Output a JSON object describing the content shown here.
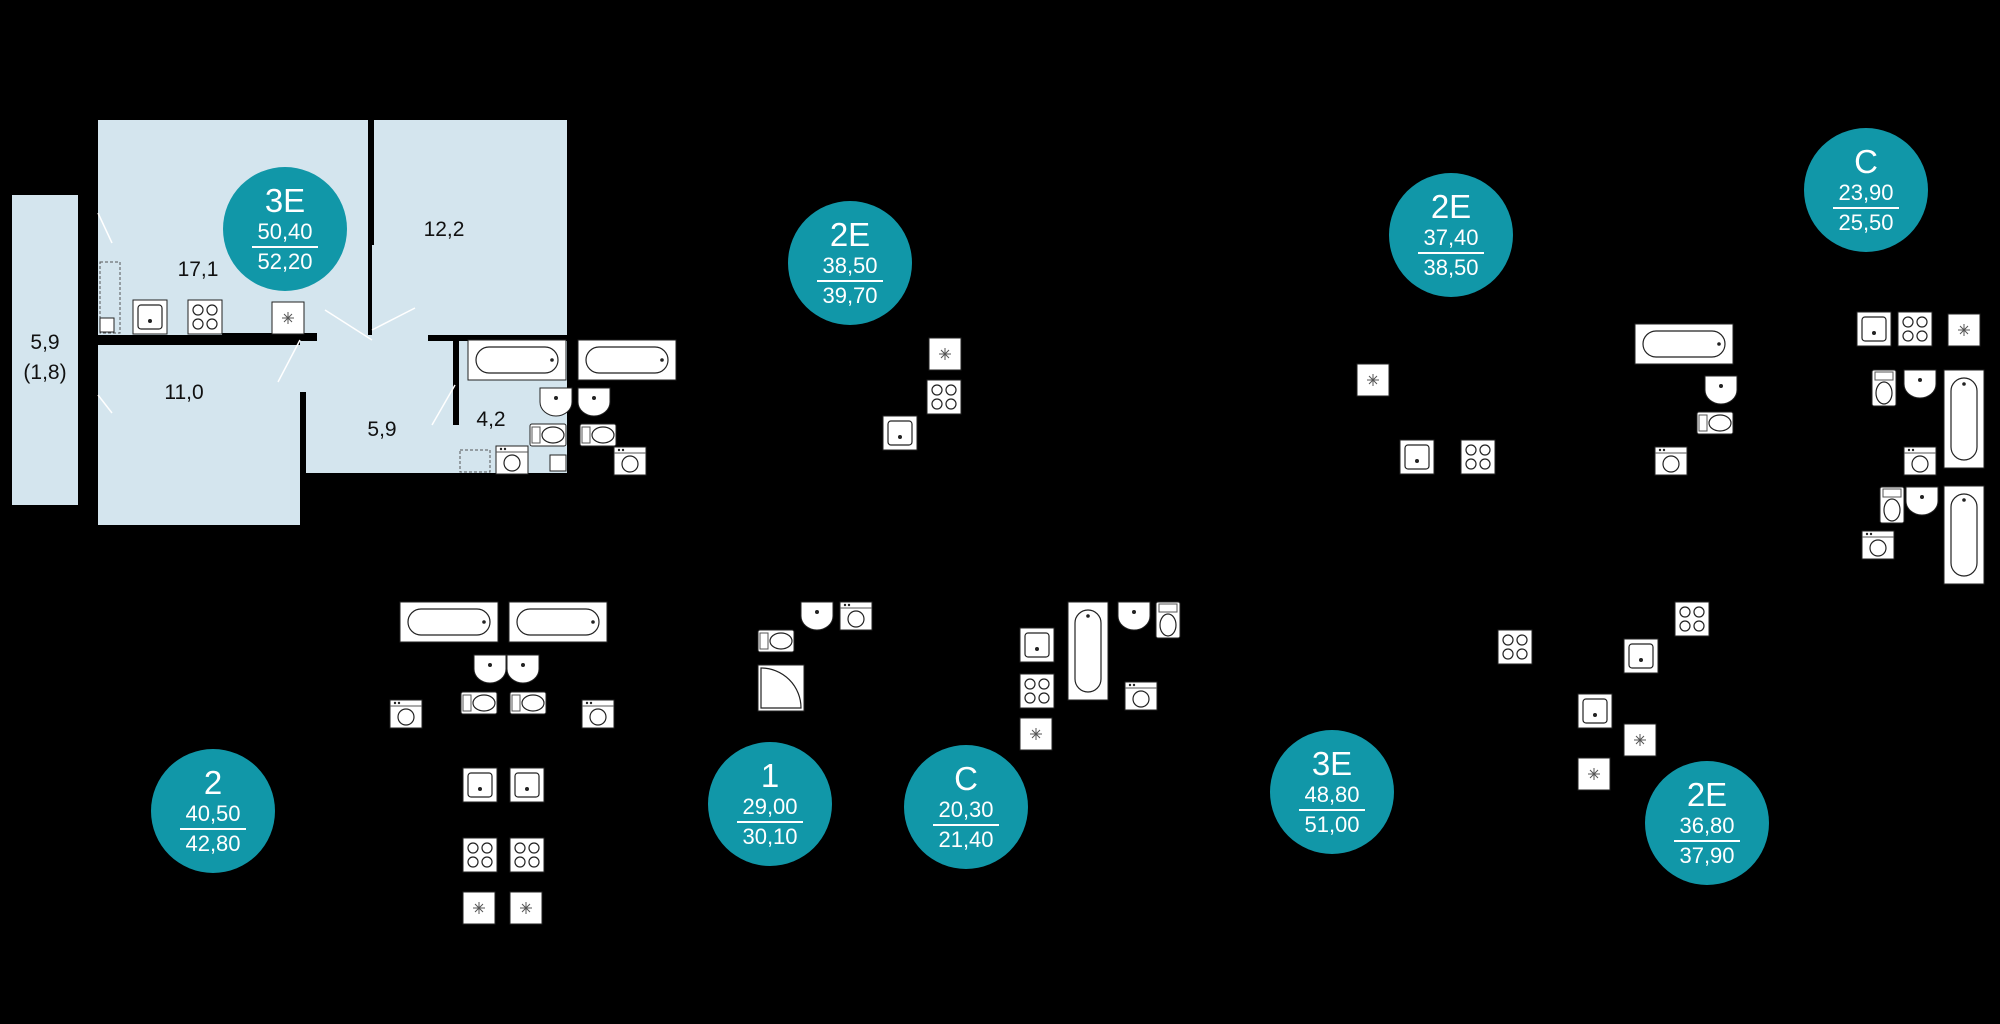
{
  "colors": {
    "background": "#000000",
    "room_fill": "#d4e5ee",
    "badge_fill": "#1197a8",
    "badge_text": "#ffffff",
    "fixture_fill": "#ffffff"
  },
  "floorplan": {
    "rooms": [
      {
        "id": "room-kitchen-living",
        "area": "17,1"
      },
      {
        "id": "room-bedroom-upper",
        "area": "12,2"
      },
      {
        "id": "room-balcony",
        "area": "5,9",
        "area_sub": "(1,8)"
      },
      {
        "id": "room-bedroom-lower",
        "area": "11,0"
      },
      {
        "id": "room-hallway",
        "area": "5,9"
      },
      {
        "id": "room-bathroom",
        "area": "4,2"
      }
    ]
  },
  "apartments": [
    {
      "type": "3E",
      "living": "50,40",
      "total": "52,20"
    },
    {
      "type": "2E",
      "living": "38,50",
      "total": "39,70"
    },
    {
      "type": "2E",
      "living": "37,40",
      "total": "38,50"
    },
    {
      "type": "C",
      "living": "23,90",
      "total": "25,50"
    },
    {
      "type": "2",
      "living": "40,50",
      "total": "42,80"
    },
    {
      "type": "1",
      "living": "29,00",
      "total": "30,10"
    },
    {
      "type": "C",
      "living": "20,30",
      "total": "21,40"
    },
    {
      "type": "3E",
      "living": "48,80",
      "total": "51,00"
    },
    {
      "type": "2E",
      "living": "36,80",
      "total": "37,90"
    }
  ],
  "fixture_icons": {
    "bathtub": "bathtub-icon",
    "sink": "sink-icon",
    "stove": "stove-icon",
    "fridge": "fridge-icon",
    "washer": "washing-machine-icon",
    "toilet": "toilet-icon",
    "shower": "shower-tray-icon",
    "bidet": "bidet-icon"
  }
}
